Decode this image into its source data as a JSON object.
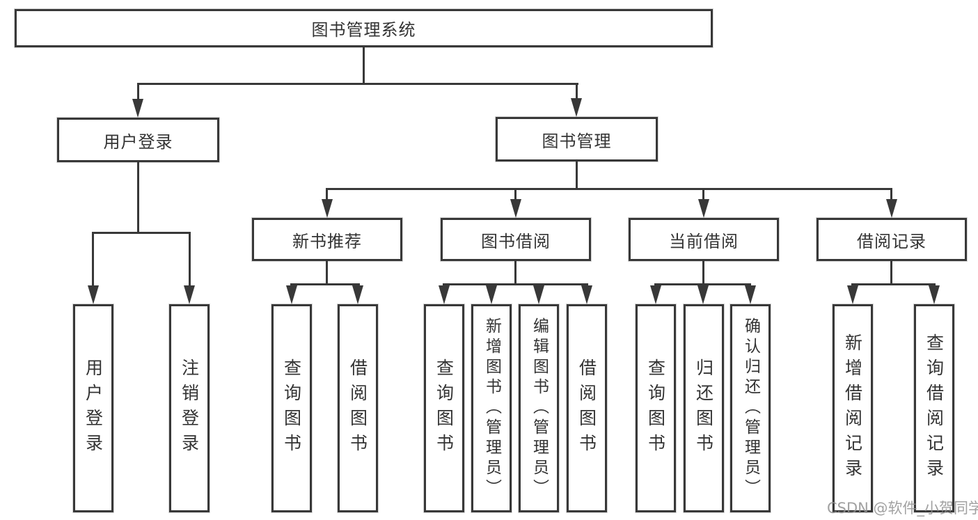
{
  "diagram": {
    "root": {
      "label": "图书管理系统"
    },
    "level1": {
      "login": {
        "label": "用户登录"
      },
      "management": {
        "label": "图书管理"
      }
    },
    "level2": {
      "new_books": {
        "label": "新书推荐"
      },
      "borrowing": {
        "label": "图书借阅"
      },
      "current": {
        "label": "当前借阅"
      },
      "records": {
        "label": "借阅记录"
      }
    },
    "leaves": {
      "login": [
        "用户登录",
        "注销登录"
      ],
      "new_books": [
        "查询图书",
        "借阅图书"
      ],
      "borrowing": [
        "查询图书",
        "新增图书（管理员）",
        "编辑图书（管理员）",
        "借阅图书"
      ],
      "current": [
        "查询图书",
        "归还图书",
        "确认归还（管理员）"
      ],
      "records": [
        "新增借阅记录",
        "查询借阅记录"
      ]
    },
    "colors": {
      "line": "#383838",
      "text": "#333333",
      "background": "#ffffff",
      "watermark": "#919191"
    },
    "watermark": "CSDN @软件_小贺同学"
  }
}
